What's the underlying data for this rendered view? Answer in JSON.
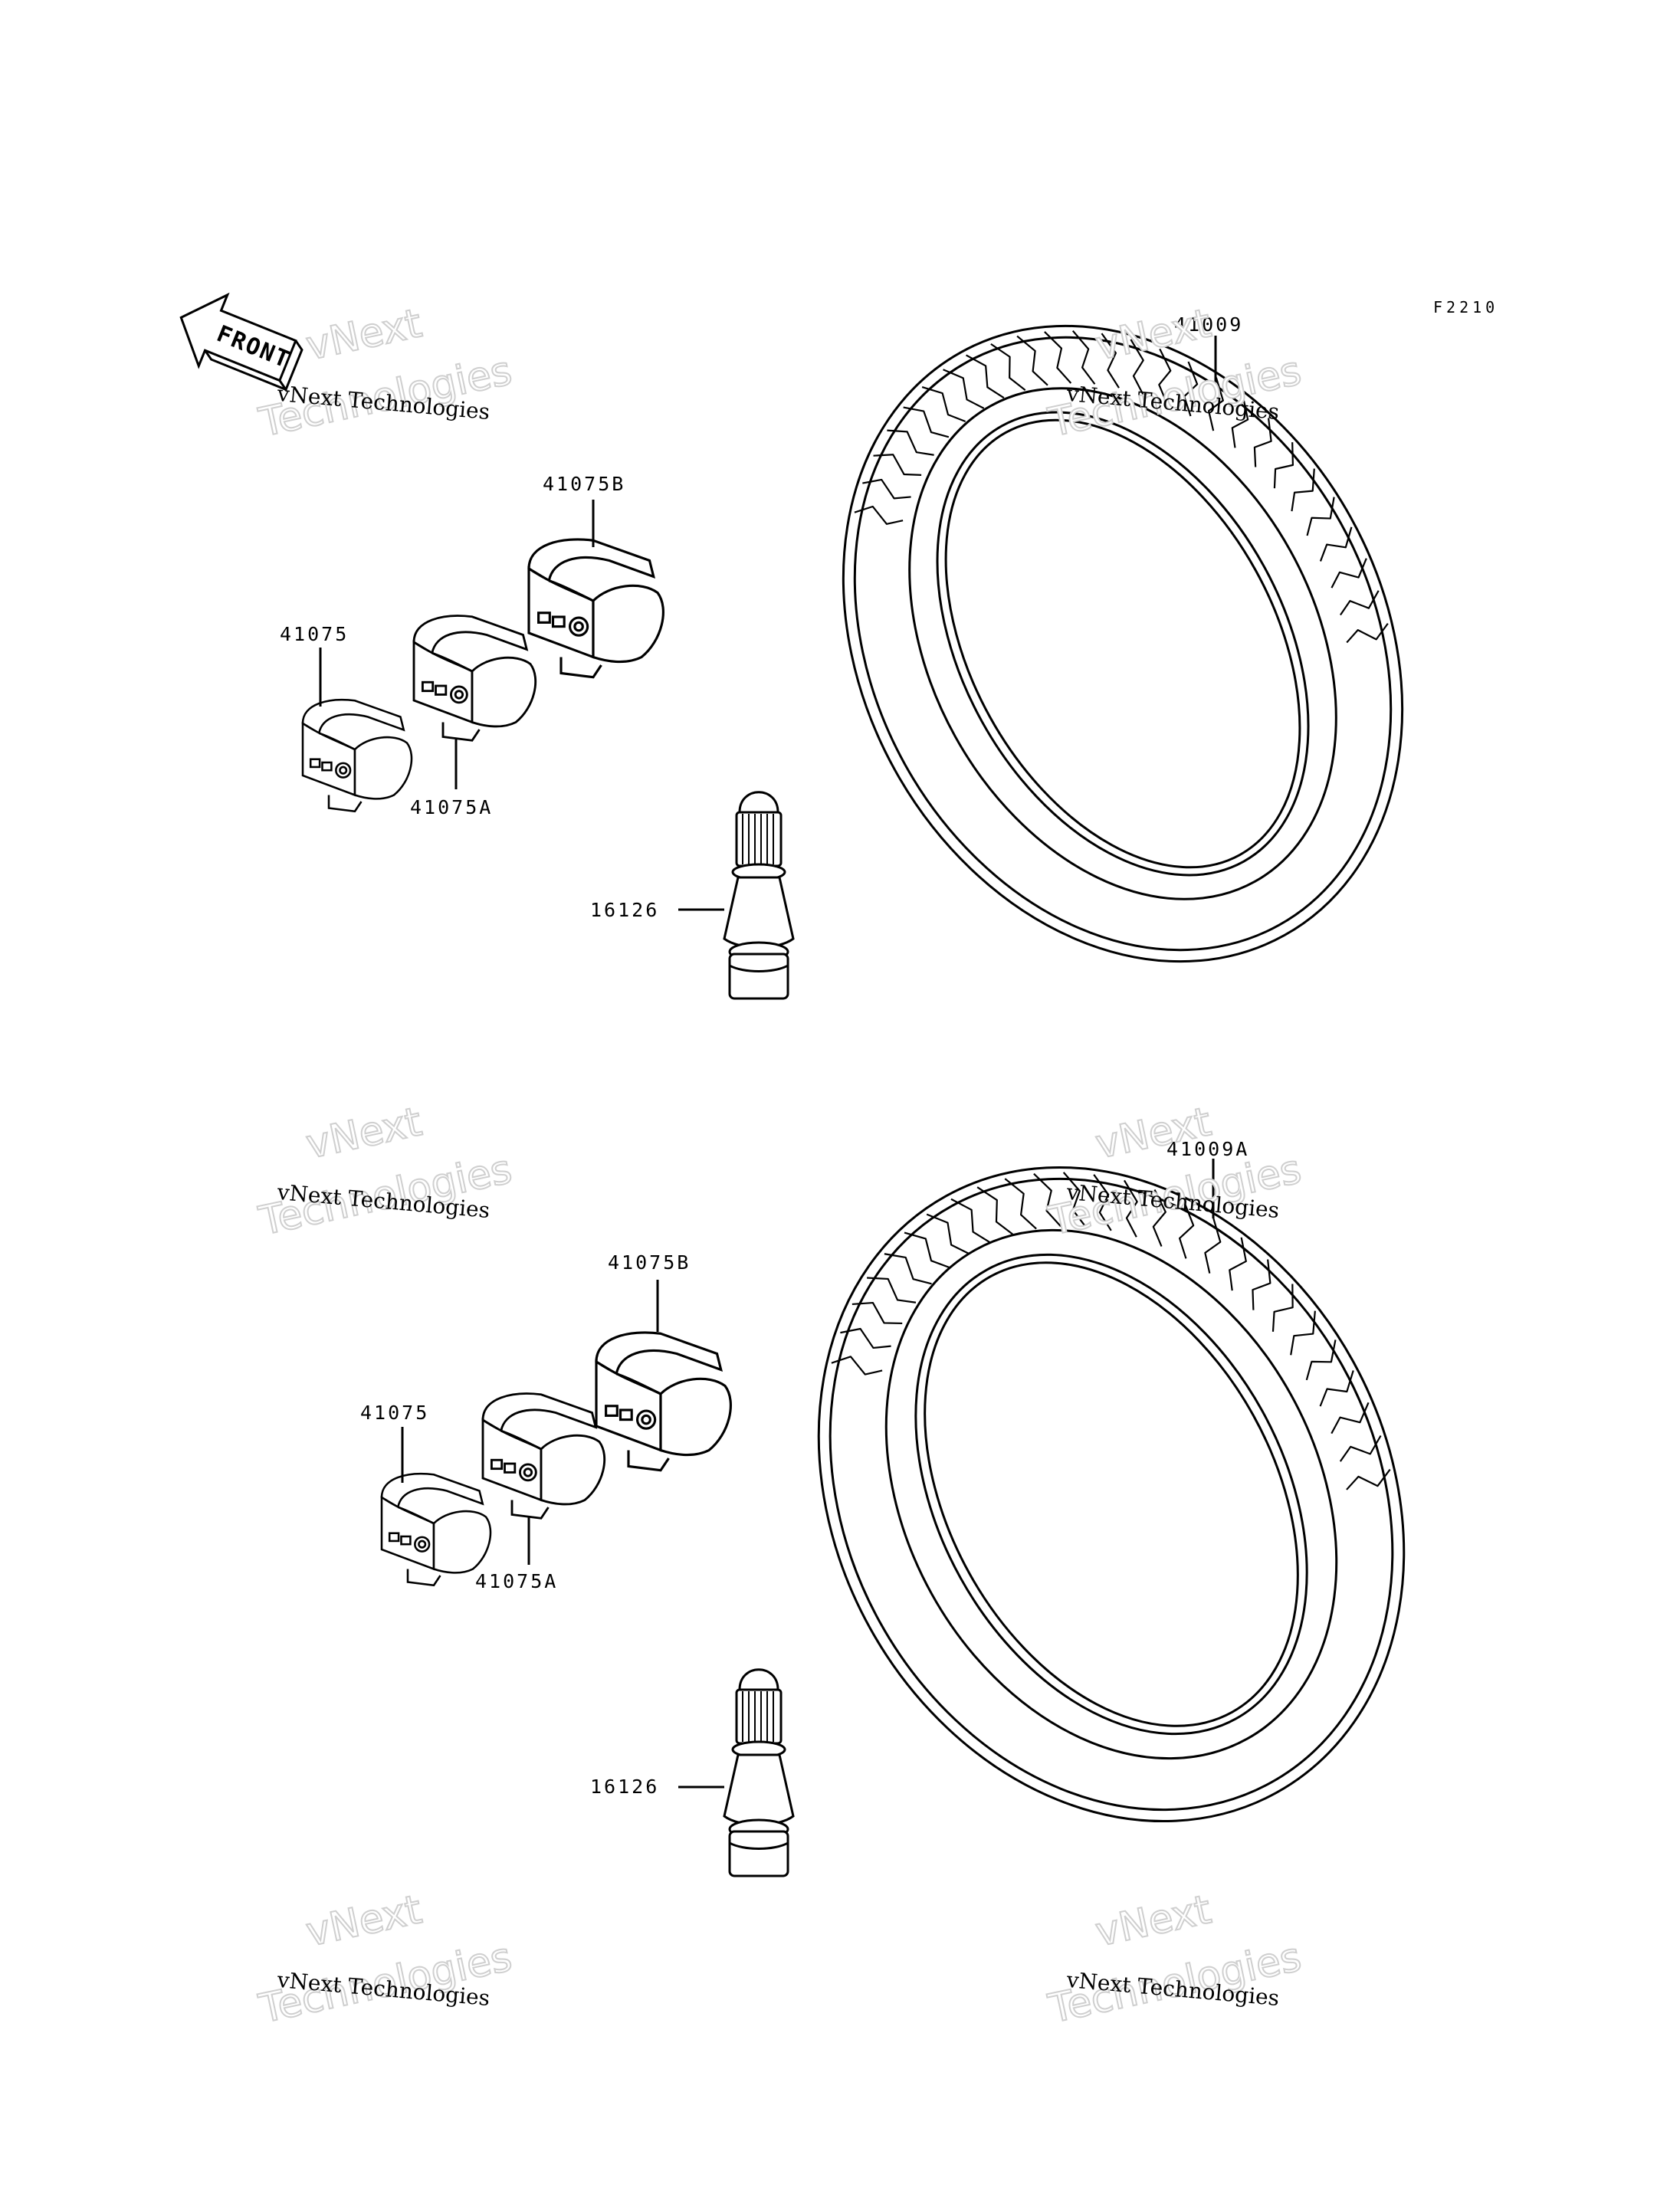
{
  "figure_code": "F2210",
  "front_marker": "FRONT",
  "watermark": {
    "line1": "vNext Technologies",
    "line2": "vNext",
    "line3": "Technologies"
  },
  "upper": {
    "tire": "41009",
    "weight_b": "41075B",
    "weight_a": "41075A",
    "weight": "41075",
    "valve": "16126"
  },
  "lower": {
    "tire": "41009A",
    "weight_b": "41075B",
    "weight_a": "41075A",
    "weight": "41075",
    "valve": "16126"
  }
}
